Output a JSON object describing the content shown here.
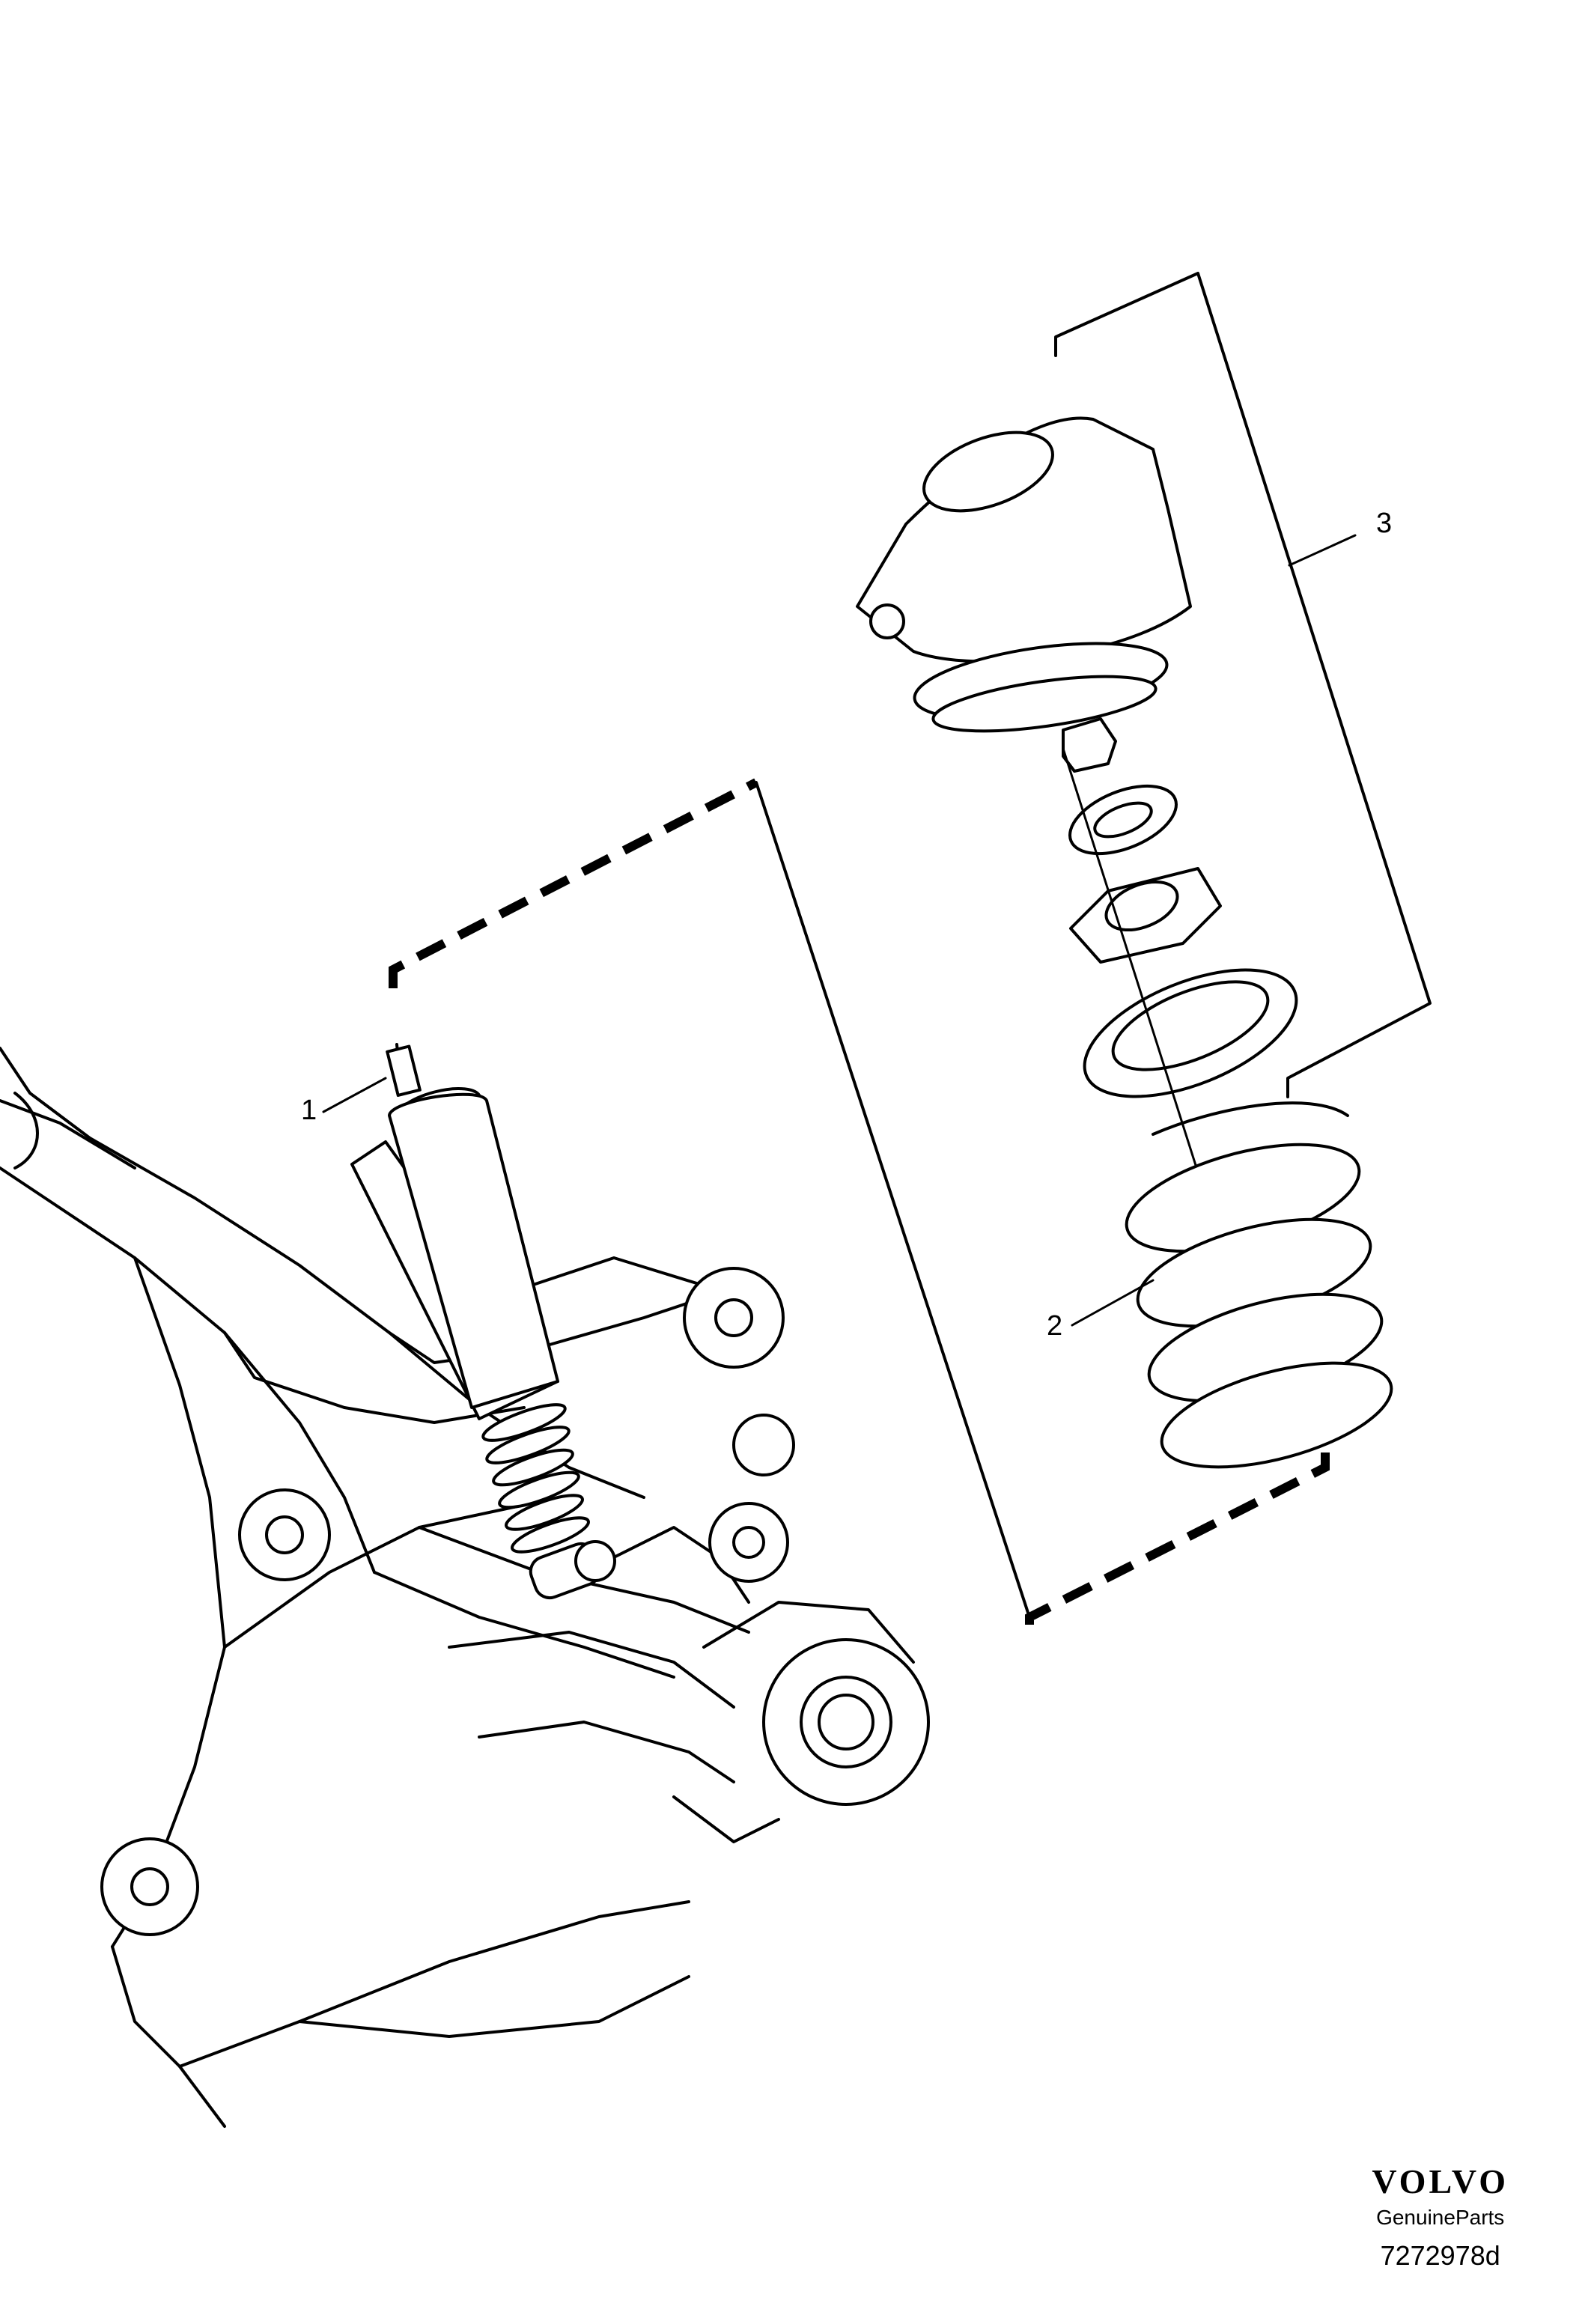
{
  "callouts": [
    {
      "number": "1",
      "part": "shock-absorber"
    },
    {
      "number": "2",
      "part": "coil-spring"
    },
    {
      "number": "3",
      "part": "strut-mount-kit"
    }
  ],
  "brand": {
    "logo": "VOLVO",
    "subtitle": "GenuineParts",
    "diagram_code": "7272978d"
  }
}
